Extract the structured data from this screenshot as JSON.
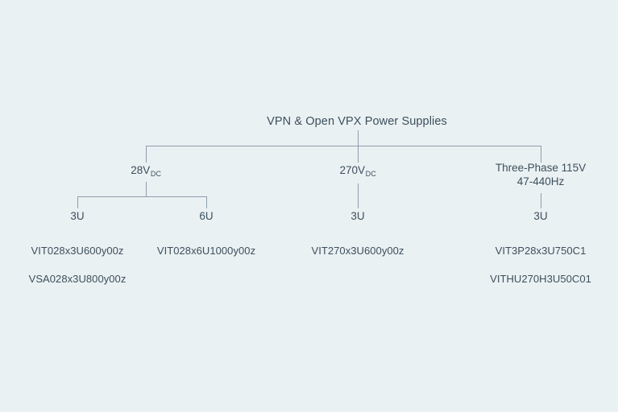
{
  "diagram": {
    "type": "hierarchy-tree",
    "background_color": "#eaf1f3",
    "line_color": "#8e9daa",
    "text_color": "#3d4f5c",
    "root": {
      "label": "VPN & Open  VPX Power Supplies"
    },
    "branches": [
      {
        "id": "28vdc",
        "label_main": "28V",
        "label_sub": "DC",
        "forms": [
          {
            "id": "28vdc-3u",
            "label": "3U",
            "parts": [
              "VIT028x3U600y00z",
              "VSA028x3U800y00z"
            ]
          },
          {
            "id": "28vdc-6u",
            "label": "6U",
            "parts": [
              "VIT028x6U1000y00z"
            ]
          }
        ]
      },
      {
        "id": "270vdc",
        "label_main": "270V",
        "label_sub": "DC",
        "forms": [
          {
            "id": "270vdc-3u",
            "label": "3U",
            "parts": [
              "VIT270x3U600y00z"
            ]
          }
        ]
      },
      {
        "id": "three-phase",
        "label_line1": "Three-Phase 115V",
        "label_line2": "47-440Hz",
        "forms": [
          {
            "id": "three-phase-3u",
            "label": "3U",
            "parts": [
              "VIT3P28x3U750C1",
              "VITHU270H3U50C01"
            ]
          }
        ]
      }
    ]
  }
}
